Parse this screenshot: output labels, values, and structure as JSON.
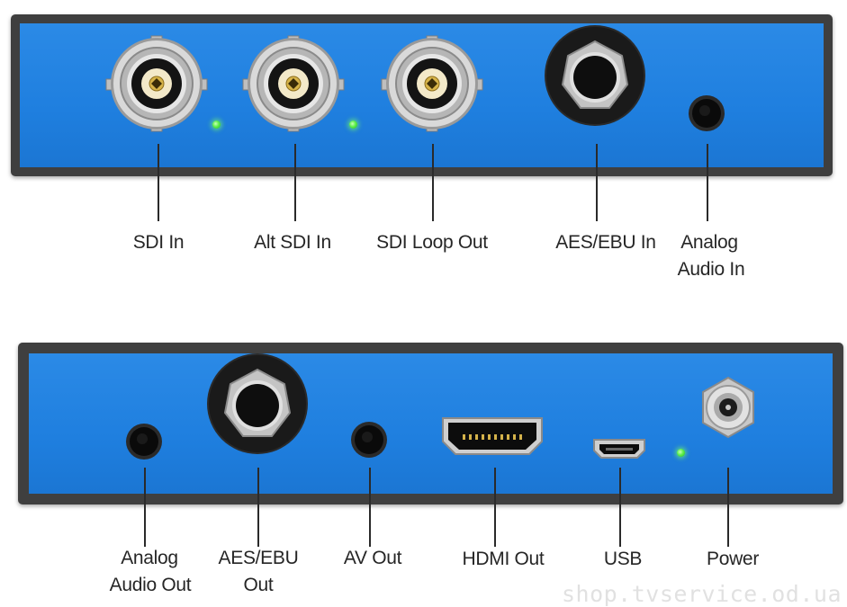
{
  "top_panel": {
    "labels": {
      "sdi_in": "SDI In",
      "alt_sdi_in": "Alt SDI In",
      "sdi_loop_out": "SDI Loop Out",
      "aes_ebu_in": "AES/EBU In",
      "analog_audio_in_line1": "Analog",
      "analog_audio_in_line2": "Audio In"
    },
    "indicator_color": "#5cf04a"
  },
  "bottom_panel": {
    "labels": {
      "analog_audio_out_line1": "Analog",
      "analog_audio_out_line2": "Audio Out",
      "aes_ebu_out_line1": "AES/EBU",
      "aes_ebu_out_line2": "Out",
      "av_out": "AV Out",
      "hdmi_out": "HDMI Out",
      "usb": "USB",
      "power": "Power"
    },
    "indicator_color": "#5cf04a"
  },
  "colors": {
    "panel_face": "#1f7fdf",
    "panel_frame": "#3f3f3f"
  },
  "watermark": "shop.tvservice.od.ua"
}
